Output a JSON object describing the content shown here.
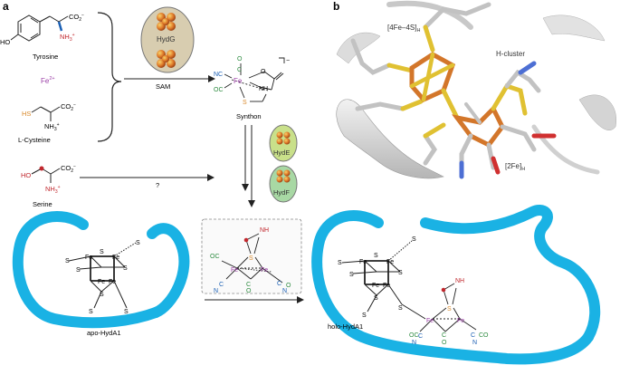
{
  "panels": {
    "a": "a",
    "b": "b"
  },
  "left_reagents": {
    "tyrosine": "Tyrosine",
    "fe2": "Fe",
    "fe2_sup": "2+",
    "cysteine": "L-Cysteine",
    "serine": "Serine",
    "ho": "HO",
    "oh_tyr": "HO",
    "co2": "CO",
    "co2_sub": "2",
    "co2_sup": "−",
    "nh3": "NH",
    "nh3_sub": "3",
    "nh3_sup": "+",
    "hs": "HS"
  },
  "enzymes": {
    "hydg": "HydG",
    "hyde": "HydE",
    "hydf": "HydF"
  },
  "arrows": {
    "sam": "SAM",
    "question": "?"
  },
  "synthon": {
    "label": "Synthon",
    "fe": "Fe",
    "nc": "NC",
    "oc": "OC",
    "c_top": "C",
    "o_top": "O",
    "o_ring": "O",
    "nh": "NH",
    "s": "S",
    "charge": "−"
  },
  "cluster_labels": {
    "fe": "Fe",
    "s": "S",
    "nh": "NH",
    "oc": "OC",
    "co": "CO",
    "c": "C",
    "n": "N",
    "o": "O"
  },
  "enzyme_labels": {
    "apo": "apo-HydA1",
    "holo": "holo-HydA1"
  },
  "structure": {
    "fe4s4": "[4Fe–4S]",
    "fe4s4_sub": "H",
    "hcluster": "H-cluster",
    "fe2": "[2Fe]",
    "fe2_sub": "H"
  },
  "colors": {
    "protein": "#1ab2e4",
    "fe": "#9b3fa7",
    "sulfur": "#d98a2c",
    "cyanide": "#1a5fb4",
    "carbonyl": "#2b8a3e",
    "amine": "#c1272d",
    "hydg_fill": "#d8cdb0",
    "hyde_fill": "#c9e08a",
    "hydf_fill": "#a8d8a4"
  }
}
